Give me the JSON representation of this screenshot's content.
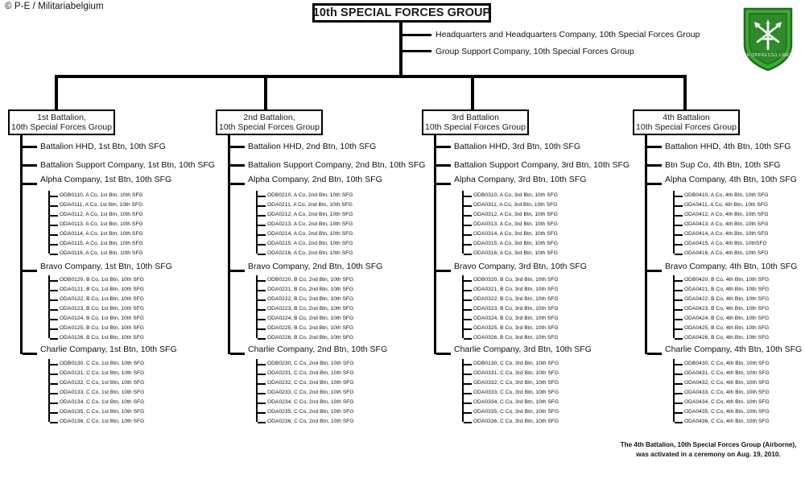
{
  "credit": "© P-E / Militariabelgium",
  "root": {
    "title": "10th SPECIAL FORCES GROUP"
  },
  "group_staff": [
    "Headquarters and Headquarters Company, 10th Special Forces Group",
    "Group Support Company, 10th Special Forces Group"
  ],
  "colors": {
    "line": "#000000",
    "text": "#111111",
    "insignia_green": "#3aaa35",
    "insignia_green_dark": "#2e8b2b",
    "insignia_border": "#1f6b1e"
  },
  "insignia": {
    "motto": "DE OPPRESSO LIBER",
    "name": "10th-sfg-shoulder-patch"
  },
  "battalions": [
    {
      "box_line1": "1st Battalion,",
      "box_line2": "10th Special Forces Group",
      "staff": [
        "Battalion HHD, 1st Btn, 10th SFG",
        "Battalion  Support Company, 1st Btn, 10th SFG"
      ],
      "companies": [
        {
          "label": "Alpha Company, 1st Btn, 10th SFG",
          "odas": [
            "ODB0110, A Co, 1st Btn,  10th SFG",
            "ODA0111, A Co, 1st Btn,  10th SFG",
            "ODA0112, A Co, 1st Btn,  10th SFG",
            "ODA0113, A Co, 1st Btn,  10th SFG",
            "ODA0114, A Co, 1st Btn,  10th SFG",
            "ODA0115, A Co, 1st Btn,  10th SFG",
            "ODA0116, A Co, 1st Btn,  10th SFG"
          ]
        },
        {
          "label": "Bravo Company, 1st Btn, 10th SFG",
          "odas": [
            "ODB0120, B Co, 1st Btn,  10th SFG",
            "ODA0121, B Co, 1st Btn,  10th SFG",
            "ODA0122, B Co, 1st Btn,  10th SFG",
            "ODA0123, B Co, 1st Btn,  10th SFG",
            "ODA0124, B Co, 1st Btn,  10th SFG",
            "ODA0125, B Co, 1st Btn,  10th SFG",
            "ODA0126, B Co, 1st Btn,  10th SFG"
          ]
        },
        {
          "label": "Charlie Company, 1st Btn, 10th SFG",
          "odas": [
            "ODB0130, C Co, 1st Btn,  10th SFG",
            "ODA0131, C Co, 1st Btn,  10th SFG",
            "ODA0132, C Co, 1st Btn,  10th SFG",
            "ODA0133, C Co, 1st Btn,  10th SFG",
            "ODA0134, C Co, 1st Btn,  10th SFG",
            "ODA0135, C Co, 1st Btn,  10th SFG",
            "ODA0136, C Co, 1st Btn,  10th SFG"
          ]
        }
      ]
    },
    {
      "box_line1": "2nd Battalion,",
      "box_line2": "10th Special Forces Group",
      "staff": [
        "Battalion HHD,  2nd Btn, 10th SFG",
        "Battalion  Support Company, 2nd Btn, 10th SFG"
      ],
      "companies": [
        {
          "label": "Alpha Company, 2nd Btn, 10th SFG",
          "odas": [
            "ODB0210, A Co, 2nd Btn,  10th SFG",
            "ODA0211, A Co, 2nd Btn,  10th SFG",
            "ODA0212, A Co, 2nd Btn,  10th SFG",
            "ODA0213, A Co, 2nd Btn,  10th SFG",
            "ODA0214, A Co, 2nd Btn,  10th SFG",
            "ODA0215, A Co, 2nd Btn,  10th SFG",
            "ODA0216, A Co, 2nd Btn,  10th SFG"
          ]
        },
        {
          "label": "Bravo Company, 2nd Btn, 10th SFG",
          "odas": [
            "ODB0220, B Co, 2nd Btn,  10th SFG",
            "ODA0221, B Co, 2nd Btn,  10th SFG",
            "ODA0222, B Co, 2nd Btn,  10th SFG",
            "ODA0223, B Co, 2nd Btn,  10th SFG",
            "ODA0224, B Co, 2nd Btn,  10th SFG",
            "ODA0225, B Co, 2nd Btn,  10th SFG",
            "ODA0226, B Co, 2nd Btn,  10th SFG"
          ]
        },
        {
          "label": "Charlie Company, 2nd Btn, 10th SFG",
          "odas": [
            "ODB0230, C Co, 2nd Btn,  10th SFG",
            "ODA0231, C Co, 2nd Btn,  10th SFG",
            "ODA0232, C Co, 2nd Btn,  10th SFG",
            "ODA0233, C Co, 2nd Btn,  10th SFG",
            "ODA0234, C Co, 2nd Btn,  10th SFG",
            "ODA0235, C Co, 2nd Btn,  10th SFG",
            "ODA0236, C Co, 2nd Btn,  10th SFG"
          ]
        }
      ]
    },
    {
      "box_line1": "3rd Battalion",
      "box_line2": "10th Special Forces Group",
      "staff": [
        "Battalion HHD, 3rd Btn, 10th SFG",
        "Battalion  Support Company, 3rd Btn, 10th SFG"
      ],
      "companies": [
        {
          "label": "Alpha Company, 3rd Btn, 10th SFG",
          "odas": [
            "ODB0310, A Co, 3rd Btn,  10th SFG",
            "ODA0311, A Co, 3rd Btn,  10th SFG",
            "ODA0312, A Co, 3rd Btn,  10th SFG",
            "ODA0313, A Co, 3rd Btn,  10th SFG",
            "ODA0314, A Co, 3rd Btn,  10th SFG",
            "ODA0315, A Co, 3rd Btn,  10th SFG",
            "ODA0316, A Co, 3rd Btn,  10th SFG"
          ]
        },
        {
          "label": "Bravo Company, 3rd Btn, 10th SFG",
          "odas": [
            "ODB0320, B Co, 3rd Btn,  10th SFG",
            "ODA0321, B Co, 3rd Btn,  10th SFG",
            "ODA0322, B Co, 3rd Btn,  10th SFG",
            "ODA0323, B Co, 3rd Btn,  10th SFG",
            "ODA0324, B Co, 3rd Btn,  10th SFG",
            "ODA0325, B Co, 3rd Btn,  10th SFG",
            "ODA0326, B Co, 3rd Btn,  10th SFG"
          ]
        },
        {
          "label": "Charlie Company, 3rd Btn, 10th SFG",
          "odas": [
            "ODB0130, C Co, 3rd Btn,  10th SFG",
            "ODA0331, C Co, 3rd Btn,  10th SFG",
            "ODA0332, C Co, 3rd Btn,  10th SFG",
            "ODA0333, C Co, 3rd Btn,  10th SFG",
            "ODA0334, C Co, 3rd Btn,  10th SFG",
            "ODA0335, C Co, 3rd Btn,  10th SFG",
            "ODA0336, C Co, 3rd Btn,  10th SFG"
          ]
        }
      ]
    },
    {
      "box_line1": "4th Battalion",
      "box_line2": "10th Special Forces Group",
      "staff": [
        "Battalion HHD, 4th Btn, 10th SFG",
        "Btn  Sup Co, 4th Btn, 10th SFG"
      ],
      "companies": [
        {
          "label": "Alpha Company, 4th Btn, 10th SFG",
          "odas": [
            "ODB0410, A Co, 4th Btn,  10th SFG",
            "ODA0411, A Co, 4th Btn,  10th SFG",
            "ODA0412, A Co, 4th Btn,  10th SFG",
            "ODA0413, A Co, 4th Btn,  10th SFG",
            "ODA0414, A Co, 4th Btn,  10th SFG",
            "ODA0415, A Co, 4th Btn,  10thSFG",
            "ODA0416, A Co, 4th Btn,  10th SFG"
          ]
        },
        {
          "label": "Bravo Company, 4th Btn, 10th SFG",
          "odas": [
            "ODB0420, B Co, 4th Btn,  10th SFG",
            "ODA0421, B Co, 4th Btn,  10th SFG",
            "ODA0422, B Co, 4th Btn,  10th SFG",
            "ODA0423, B Co, 4th Btn,  10th SFG",
            "ODA0424, B Co, 4th Btn,  10th SFG",
            "ODA0425, B Co, 4th Btn,  10th SFG",
            "ODA0426, B Co, 4th Btn,  10th SFG"
          ]
        },
        {
          "label": "Charlie Company, 4th Btn, 10th SFG",
          "odas": [
            "ODB0430, C Co, 4th Btn,  10th SFG",
            "ODA0431, C Co, 4th Btn,  10th SFG",
            "ODA0432, C Co, 4th Btn,  10th SFG",
            "ODA0433, C Co, 4th Btn,  10th SFG",
            "ODA0434, C Co, 4th Btn,  10th SFG",
            "ODA0435, C Co, 4th Btn,  10th SFG",
            "ODA0436, C Co, 4th Btn,  10th SFG"
          ]
        }
      ]
    }
  ],
  "footnote": {
    "line1": "The 4th Battalion, 10th Special Forces Group (Airborne),",
    "line2": "was activated in a ceremony on Aug. 19, 2010."
  }
}
